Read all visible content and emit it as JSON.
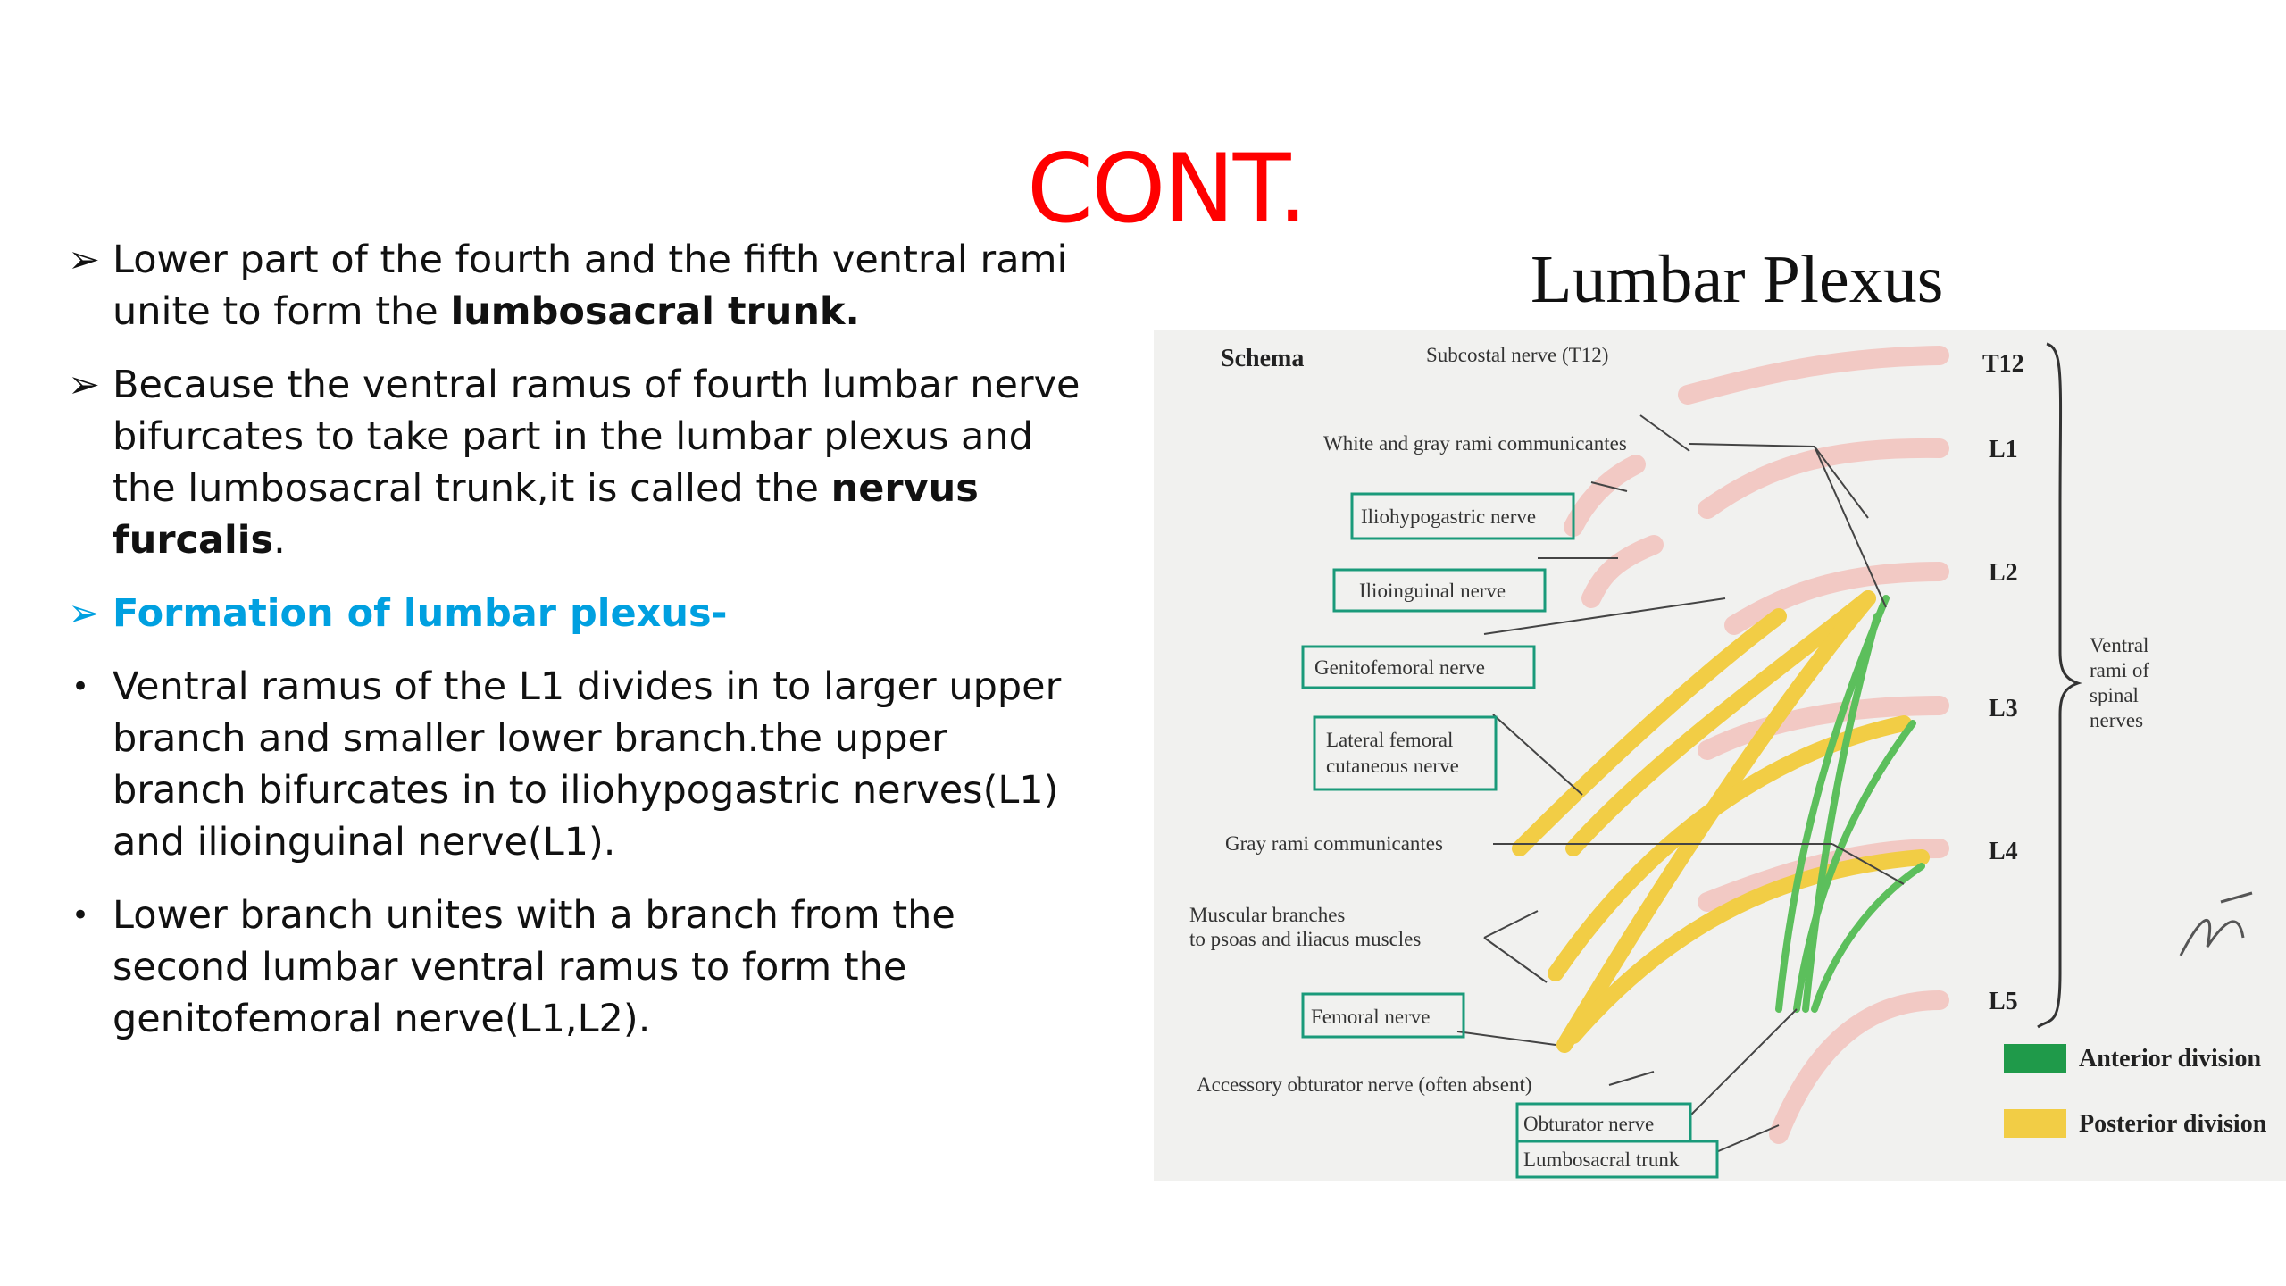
{
  "slide": {
    "title": "CONT.",
    "bullets": [
      {
        "marker": "➢",
        "pre": "Lower part of the fourth and the fifth ventral rami unite to form the ",
        "bold": "lumbosacral trunk.",
        "post": ""
      },
      {
        "marker": "➢",
        "pre": "Because the ventral ramus of fourth lumbar nerve bifurcates to take part in the lumbar plexus and the lumbosacral trunk,it is called the ",
        "bold": "nervus furcalis",
        "post": "."
      },
      {
        "marker": "➢",
        "text": "Formation of lumbar plexus-"
      },
      {
        "marker": "•",
        "text": "Ventral ramus of the L1 divides in to larger upper branch and smaller lower branch.the upper branch bifurcates in to iliohypogastric nerves(L1) and ilioinguinal nerve(L1)."
      },
      {
        "marker": "•",
        "text": "Lower branch unites with a branch from the second lumbar ventral ramus to form the genitofemoral nerve(L1,L2)."
      }
    ]
  },
  "figure": {
    "title": "Lumbar Plexus",
    "schema": "Schema",
    "labels": {
      "subcostal": "Subcostal nerve (T12)",
      "white_gray": "White and gray rami communicantes",
      "iliohypogastric": "Iliohypogastric nerve",
      "ilioinguinal": "Ilioinguinal nerve",
      "genitofemoral": "Genitofemoral nerve",
      "lateral_femoral_1": "Lateral femoral",
      "lateral_femoral_2": "cutaneous nerve",
      "gray_rami": "Gray rami communicantes",
      "muscular_1": "Muscular branches",
      "muscular_2": "to psoas and iliacus muscles",
      "femoral": "Femoral nerve",
      "accessory_obturator": "Accessory obturator nerve (often absent)",
      "obturator": "Obturator nerve",
      "lumbosacral": "Lumbosacral trunk"
    },
    "levels": [
      "T12",
      "L1",
      "L2",
      "L3",
      "L4",
      "L5"
    ],
    "ventral_1": "Ventral",
    "ventral_2": "rami of",
    "ventral_3": "spinal",
    "ventral_4": "nerves",
    "legend": [
      {
        "label": "Anterior division",
        "color": "#1f9a4a"
      },
      {
        "label": "Posterior division",
        "color": "#f2cd45"
      }
    ],
    "colors": {
      "nerve": "#f2c9c4",
      "posterior": "#f2cd45",
      "anterior": "#5cbf5c",
      "box": "#1a9a7a"
    }
  }
}
